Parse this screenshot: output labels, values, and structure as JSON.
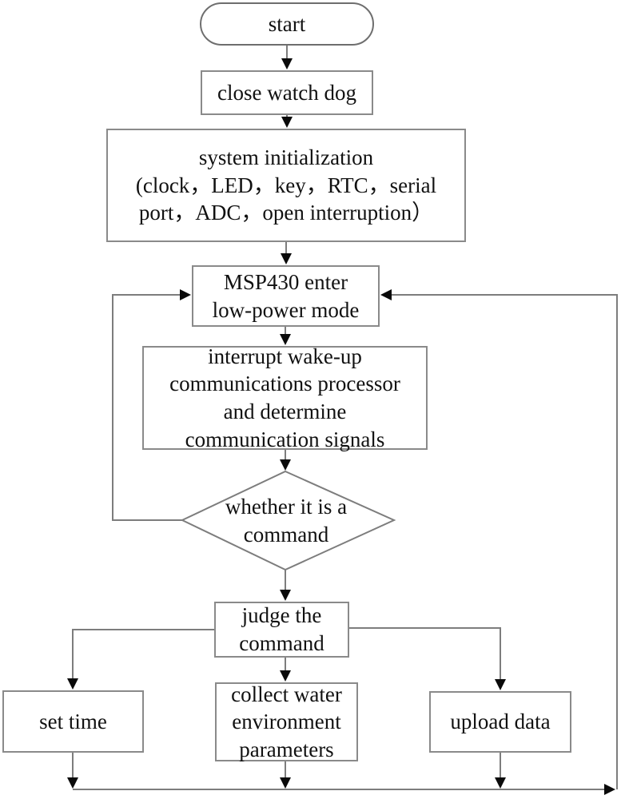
{
  "diagram_type": "flowchart",
  "colors": {
    "background": "#ffffff",
    "box_border": "#8a8a8a",
    "line_color": "#7d7d7d",
    "arrow_color": "#0a0a0a",
    "text_color": "#111111"
  },
  "nodes": {
    "start": {
      "shape": "terminator",
      "label": "start"
    },
    "close_watch_dog": {
      "shape": "process",
      "label": "close watch dog"
    },
    "system_initialization": {
      "shape": "process",
      "label": "system initialization\n(clock，LED，key，RTC，serial\nport，ADC，open interruption）"
    },
    "msp430_low_power": {
      "shape": "process",
      "label": "MSP430 enter\nlow-power mode"
    },
    "interrupt_wakeup": {
      "shape": "process",
      "label": "interrupt wake-up\ncommunications processor\nand determine\ncommunication signals"
    },
    "whether_command": {
      "shape": "decision",
      "label": "whether it is a\ncommand"
    },
    "judge_command": {
      "shape": "process",
      "label": "judge the\ncommand"
    },
    "set_time": {
      "shape": "process",
      "label": "set time"
    },
    "collect_water_params": {
      "shape": "process",
      "label": "collect water\nenvironment\nparameters"
    },
    "upload_data": {
      "shape": "process",
      "label": "upload data"
    }
  },
  "edges": [
    {
      "from": "start",
      "to": "close_watch_dog"
    },
    {
      "from": "close_watch_dog",
      "to": "system_initialization"
    },
    {
      "from": "system_initialization",
      "to": "msp430_low_power"
    },
    {
      "from": "msp430_low_power",
      "to": "interrupt_wakeup"
    },
    {
      "from": "interrupt_wakeup",
      "to": "whether_command"
    },
    {
      "from": "whether_command",
      "to": "msp430_low_power",
      "route": "left loop"
    },
    {
      "from": "whether_command",
      "to": "judge_command"
    },
    {
      "from": "judge_command",
      "to": "set_time",
      "route": "left branch"
    },
    {
      "from": "judge_command",
      "to": "collect_water_params",
      "route": "middle branch"
    },
    {
      "from": "judge_command",
      "to": "upload_data",
      "route": "right branch"
    },
    {
      "from": "set_time",
      "to": "msp430_low_power",
      "route": "bottom collector, right loop"
    },
    {
      "from": "collect_water_params",
      "to": "msp430_low_power",
      "route": "bottom collector, right loop"
    },
    {
      "from": "upload_data",
      "to": "msp430_low_power",
      "route": "bottom collector, right loop"
    }
  ]
}
